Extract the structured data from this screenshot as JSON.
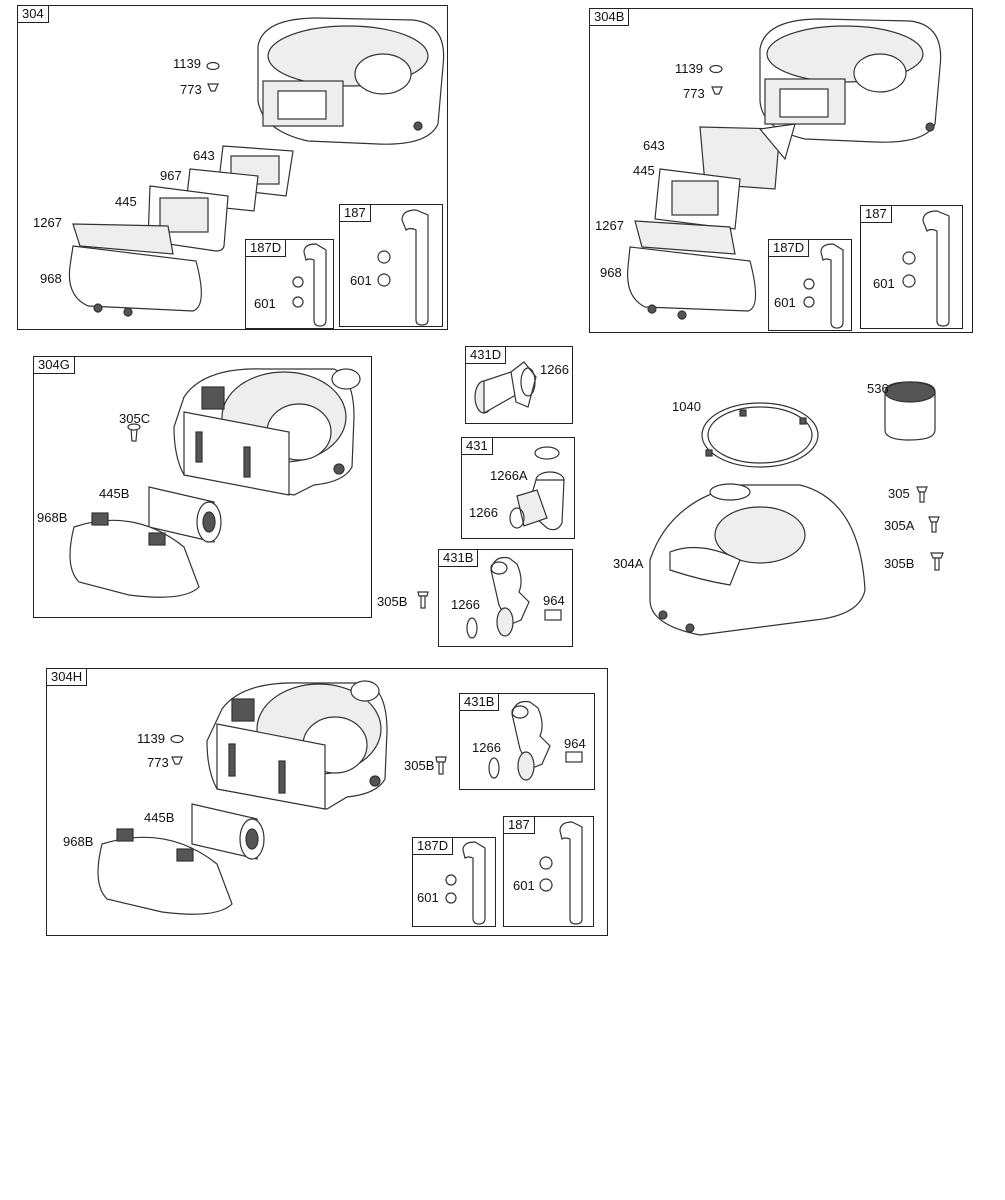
{
  "panels": {
    "p304": {
      "tag": "304"
    },
    "p304b": {
      "tag": "304B"
    },
    "p304g": {
      "tag": "304G"
    },
    "p304h": {
      "tag": "304H"
    },
    "p431d": {
      "tag": "431D"
    },
    "p431": {
      "tag": "431"
    },
    "p431b": {
      "tag": "431B"
    },
    "p431b2": {
      "tag": "431B"
    },
    "p187a": {
      "tag": "187"
    },
    "p187da": {
      "tag": "187D"
    },
    "p187b": {
      "tag": "187"
    },
    "p187db": {
      "tag": "187D"
    },
    "p187c": {
      "tag": "187"
    },
    "p187dc": {
      "tag": "187D"
    }
  },
  "labels": {
    "a1139": "1139",
    "a773": "773",
    "a643": "643",
    "a967": "967",
    "a445": "445",
    "a1267": "1267",
    "a968": "968",
    "a601": "601",
    "a601d": "601",
    "b1139": "1139",
    "b773": "773",
    "b643": "643",
    "b445": "445",
    "b1267": "1267",
    "b968": "968",
    "b601": "601",
    "b601d": "601",
    "g305c": "305C",
    "g445b": "445B",
    "g968b": "968B",
    "g305b": "305B",
    "d1266": "1266",
    "c1266a": "1266A",
    "c1266": "1266",
    "e1266": "1266",
    "e964": "964",
    "f1040": "1040",
    "f536": "536",
    "f305": "305",
    "f305a": "305A",
    "f305b": "305B",
    "f304a": "304A",
    "h1139": "1139",
    "h773": "773",
    "h445b": "445B",
    "h968b": "968B",
    "h305b": "305B",
    "h1266": "1266",
    "h964": "964",
    "h601": "601",
    "h601d": "601"
  }
}
